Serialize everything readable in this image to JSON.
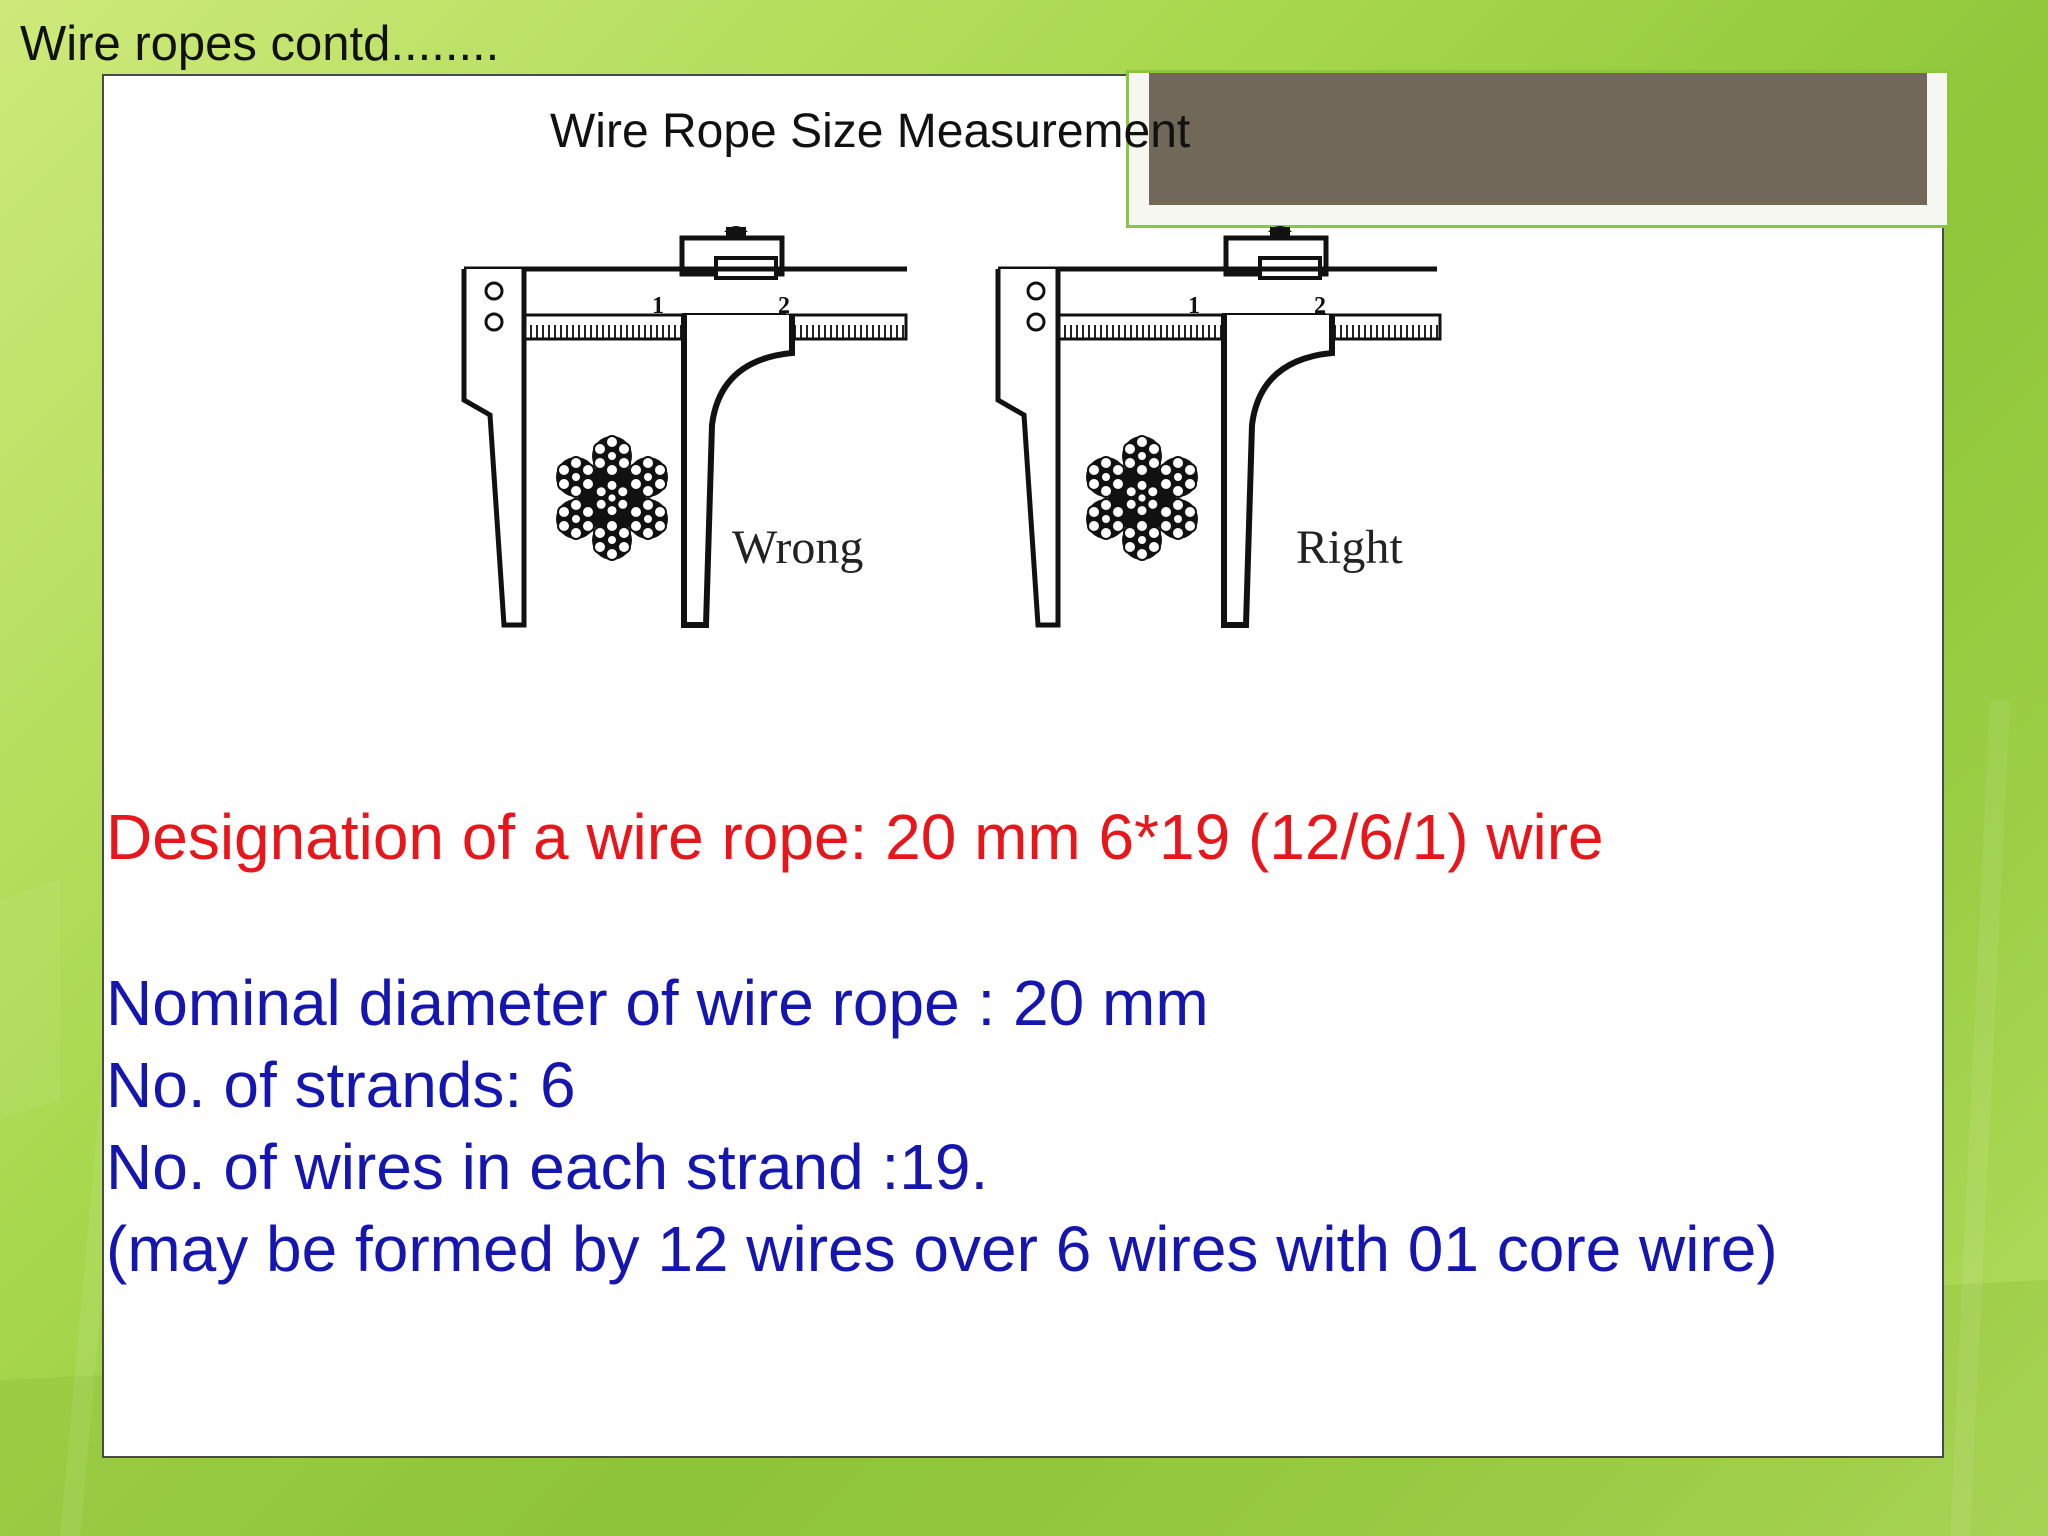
{
  "slide": {
    "title": "Wire ropes contd........"
  },
  "figure": {
    "caption": "Wire Rope Size Measurement",
    "left_label": "Wrong",
    "right_label": "Right",
    "scale_marks": [
      "1",
      "2"
    ]
  },
  "designation": "Designation of a wire rope: 20 mm 6*19 (12/6/1) wire",
  "specs": [
    "Nominal diameter of wire rope : 20 mm",
    "No. of strands: 6",
    "No. of wires in each strand :19.",
    "(may be formed by 12 wires over 6 wires with 01 core wire)"
  ],
  "colors": {
    "designation": "#e8161b",
    "specs": "#1515b0",
    "accent_box": "#726859",
    "accent_border": "#8cc63f"
  }
}
